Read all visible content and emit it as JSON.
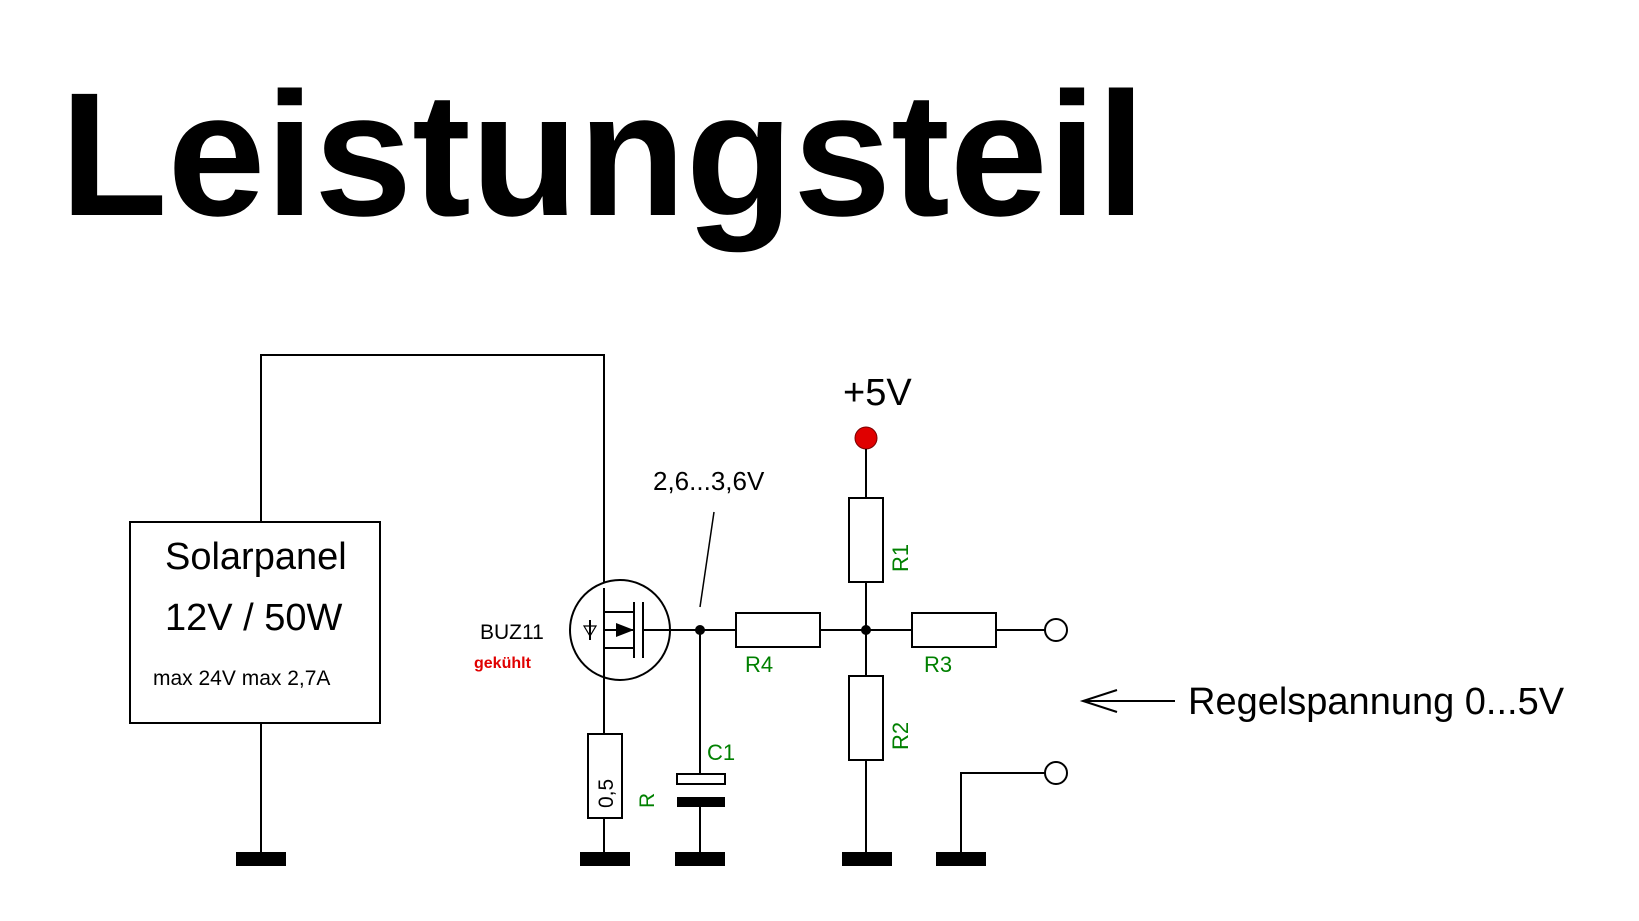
{
  "title": "Leistungsteil",
  "source": {
    "name": "Solarpanel",
    "rating": "12V / 50W",
    "max": "max 24V max 2,7A"
  },
  "transistor": {
    "type": "BUZ11",
    "note": "gekühlt"
  },
  "voltages": {
    "supply": "+5V",
    "gate": "2,6...3,6V"
  },
  "components": {
    "r1": "R1",
    "r2": "R2",
    "r3": "R3",
    "r4": "R4",
    "c1": "C1",
    "r_value": "0,5",
    "r_label": "R"
  },
  "control": {
    "label": "Regelspannung 0...5V"
  },
  "colors": {
    "component_labels": "#008000",
    "note": "#e00000",
    "supply_dot": "#e00000"
  }
}
